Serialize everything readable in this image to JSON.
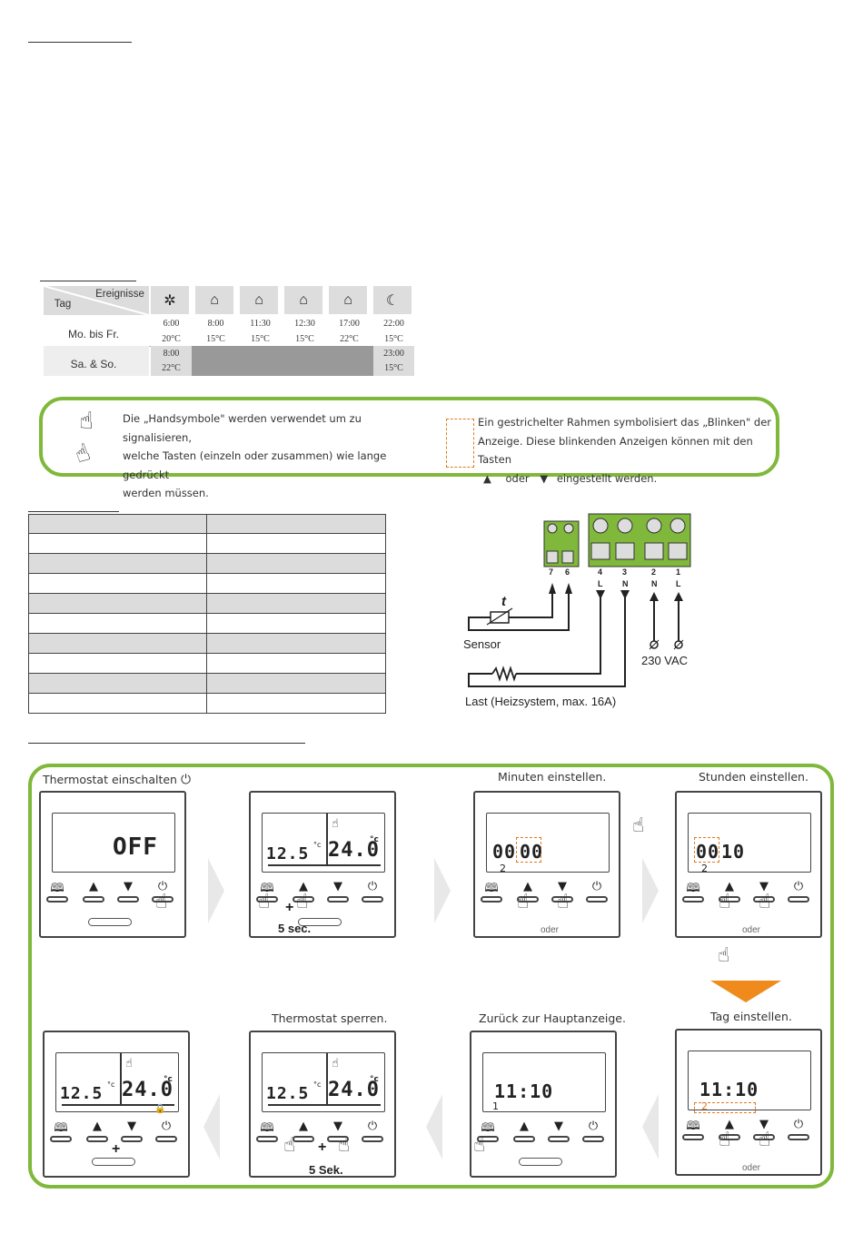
{
  "schedule": {
    "header_event": "Ereignisse",
    "header_day": "Tag",
    "event_icons": [
      "sun-icon",
      "house-leave-icon",
      "house-sleep-icon",
      "house-sleep-icon",
      "house-return-icon",
      "moon-icon"
    ],
    "event_glyphs": [
      "✲",
      "⌂",
      "⌂",
      "⌂",
      "⌂",
      "☾"
    ],
    "row1_label": "Mo. bis Fr.",
    "row1": [
      {
        "time": "6:00",
        "temp": "20°C"
      },
      {
        "time": "8:00",
        "temp": "15°C"
      },
      {
        "time": "11:30",
        "temp": "15°C"
      },
      {
        "time": "12:30",
        "temp": "15°C"
      },
      {
        "time": "17:00",
        "temp": "22°C"
      },
      {
        "time": "22:00",
        "temp": "15°C"
      }
    ],
    "row2_label": "Sa. & So.",
    "row2_first": {
      "time": "8:00",
      "temp": "22°C"
    },
    "row2_last": {
      "time": "23:00",
      "temp": "15°C"
    }
  },
  "info": {
    "left_line1": "Die „Handsymbole\" werden verwendet um zu signalisieren,",
    "left_line2": "welche Tasten (einzeln oder zusammen) wie lange gedrückt",
    "left_line3": "werden müssen.",
    "right_line1": "Ein gestrichelter Rahmen symbolisiert das „Blinken\" der",
    "right_line2": "Anzeige. Diese blinkenden Anzeigen können mit den Tasten",
    "right_oder": "oder",
    "right_end": "eingestellt werden."
  },
  "wiring": {
    "terminals_small": [
      "7",
      "6"
    ],
    "terminals_big": [
      "4",
      "3",
      "2",
      "1"
    ],
    "big_letters": [
      "L",
      "N",
      "N",
      "L"
    ],
    "sensor_label": "Sensor",
    "sensor_symbol": "t",
    "power_label": "230 VAC",
    "load_label": "Last (Heizsystem, max. 16A)"
  },
  "steps": {
    "s1_caption": "Thermostat einschalten",
    "s1_lcd": "OFF",
    "s2_lcd_left": "12.5",
    "s2_lcd_right": "24.0",
    "s2_note": "5 sec.",
    "s3_caption": "Minuten einstellen.",
    "s3_lcd_h": "00",
    "s3_lcd_m": "00",
    "s3_day": "2",
    "s4_caption": "Stunden einstellen.",
    "s4_lcd_h": "00",
    "s4_lcd_m": "10",
    "s4_day": "2",
    "s5_caption": "Tag einstellen.",
    "s5_lcd": "11:10",
    "s5_day": "2",
    "s6_caption": "Zurück zur Hauptanzeige.",
    "s6_lcd": "11:10",
    "s6_day": "1",
    "s7_caption": "Thermostat sperren.",
    "s7_lcd_left": "12.5",
    "s7_lcd_right": "24.0",
    "s7_note": "5 Sek.",
    "s8_lcd_left": "12.5",
    "s8_lcd_right": "24.0",
    "oder": "oder",
    "plus": "+"
  },
  "colors": {
    "accent_green": "#7fb83a",
    "blink_orange": "#e07b20",
    "arrow_orange": "#f08a1c"
  }
}
